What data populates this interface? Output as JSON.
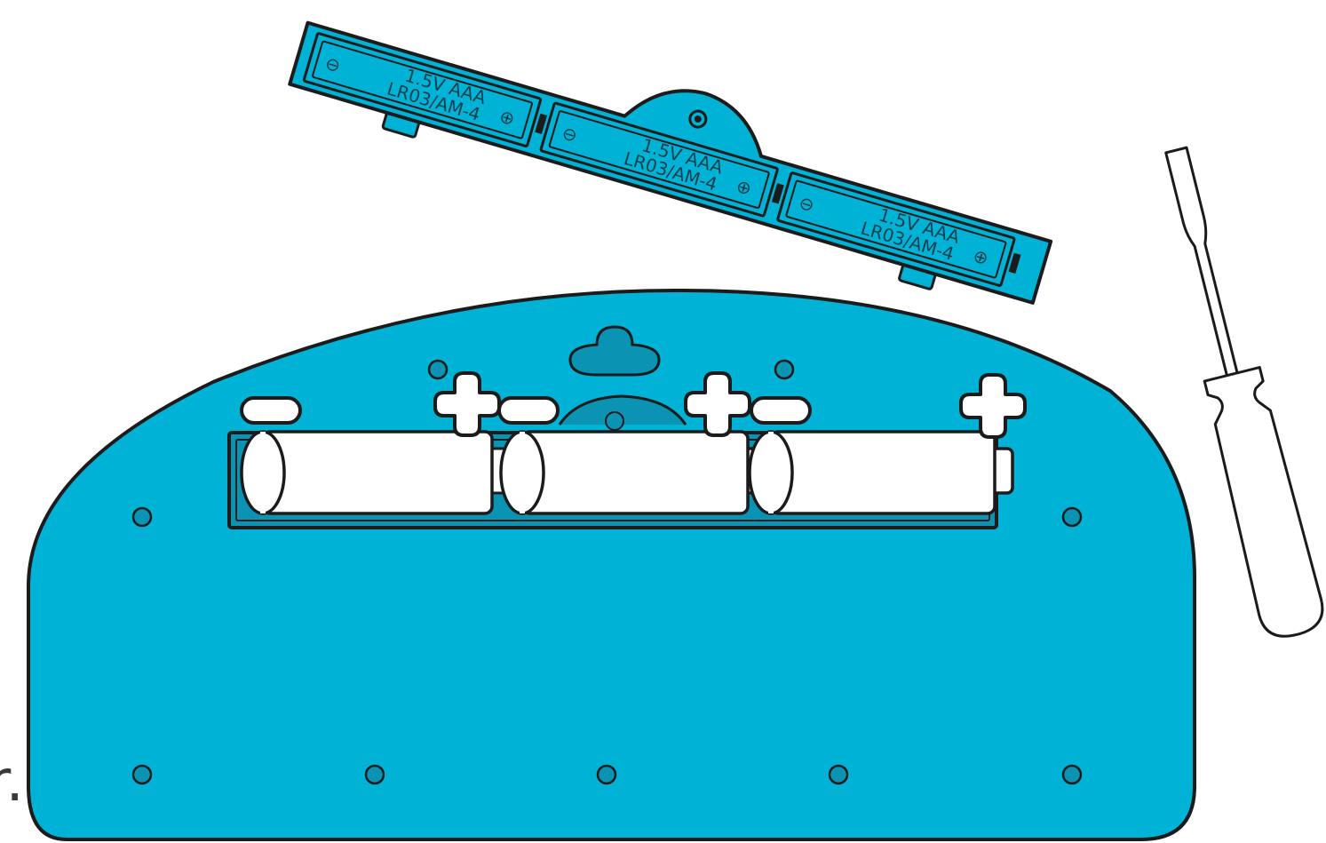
{
  "colors": {
    "body": "#00b3d6",
    "outline": "#1b1b1b",
    "battery": "#ffffff",
    "screwdriver": "#ffffff"
  },
  "cover": {
    "slots": [
      {
        "minus": "⊖",
        "line1": "1.5V AAA",
        "line2": "LR03/AM-4",
        "plus": "⊕"
      },
      {
        "minus": "⊖",
        "line1": "1.5V AAA",
        "line2": "LR03/AM-4",
        "plus": "⊕"
      },
      {
        "minus": "⊖",
        "line1": "1.5V AAA",
        "line2": "LR03/AM-4",
        "plus": "⊕"
      }
    ]
  },
  "compartment": {
    "polarity": [
      "−",
      "+",
      "−",
      "+",
      "−",
      "+"
    ],
    "battery_count": 3
  },
  "cut_off_text": "r."
}
